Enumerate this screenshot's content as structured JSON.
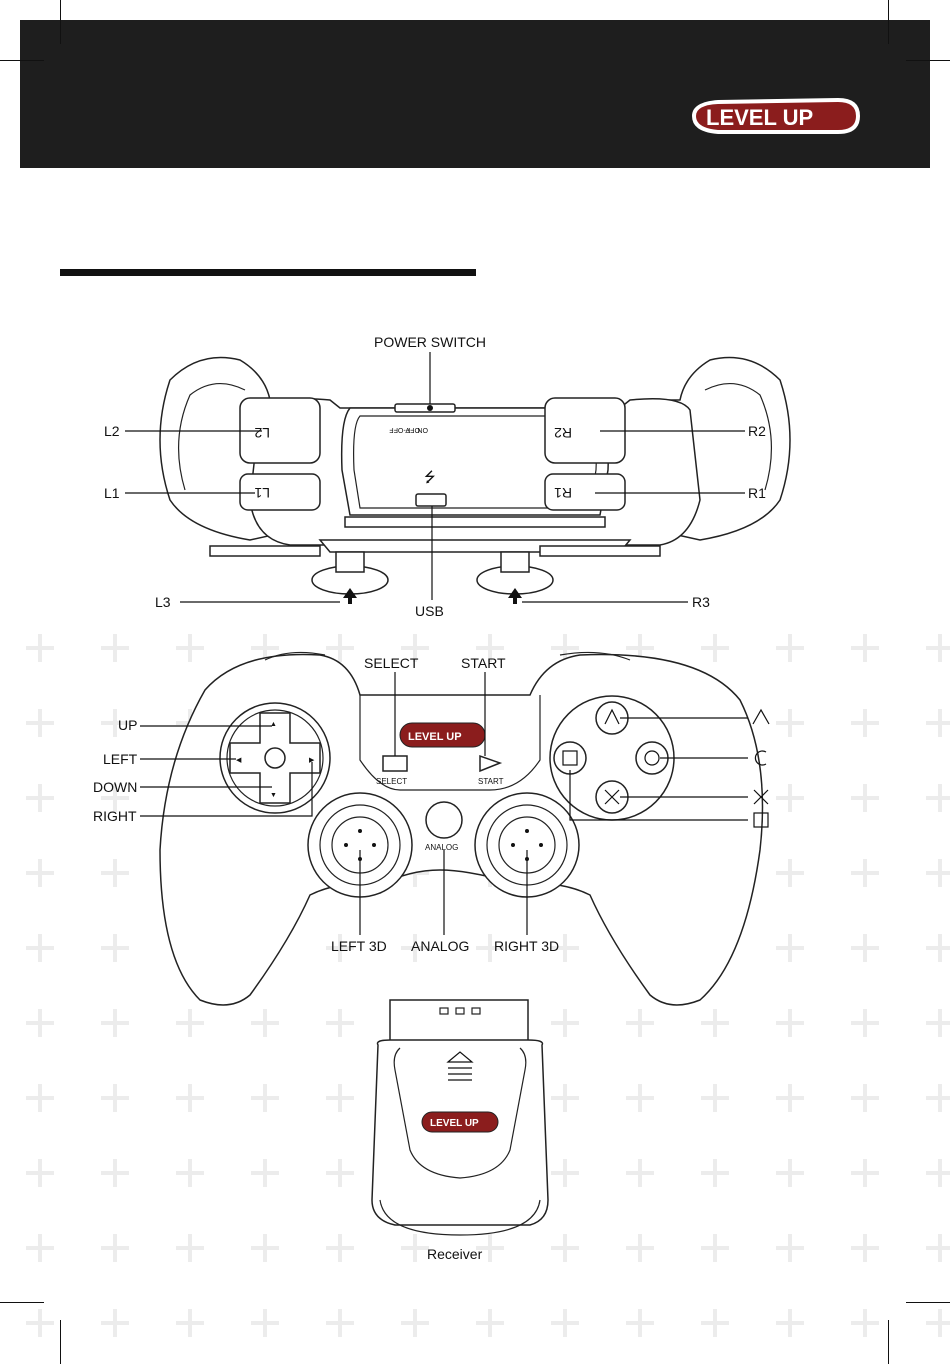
{
  "brand": {
    "logo_text": "LEVEL UP"
  },
  "top_view": {
    "power_switch": "POWER SWITCH",
    "switch_positions": [
      "OFF",
      "ON",
      "V-OFF"
    ],
    "labels": {
      "l2": "L2",
      "l1": "L1",
      "r2": "R2",
      "r1": "R1",
      "l3": "L3",
      "r3": "R3",
      "usb": "USB"
    }
  },
  "front_view": {
    "labels": {
      "select": "SELECT",
      "start": "START",
      "up": "UP",
      "left": "LEFT",
      "down": "DOWN",
      "right": "RIGHT",
      "left_3d": "LEFT 3D",
      "analog": "ANALOG",
      "right_3d": "RIGHT 3D"
    },
    "face_symbols": [
      "triangle",
      "circle",
      "cross",
      "square"
    ],
    "small_labels": {
      "select": "SELECT",
      "start": "START",
      "analog": "ANALOG"
    }
  },
  "receiver": {
    "caption": "Receiver"
  }
}
